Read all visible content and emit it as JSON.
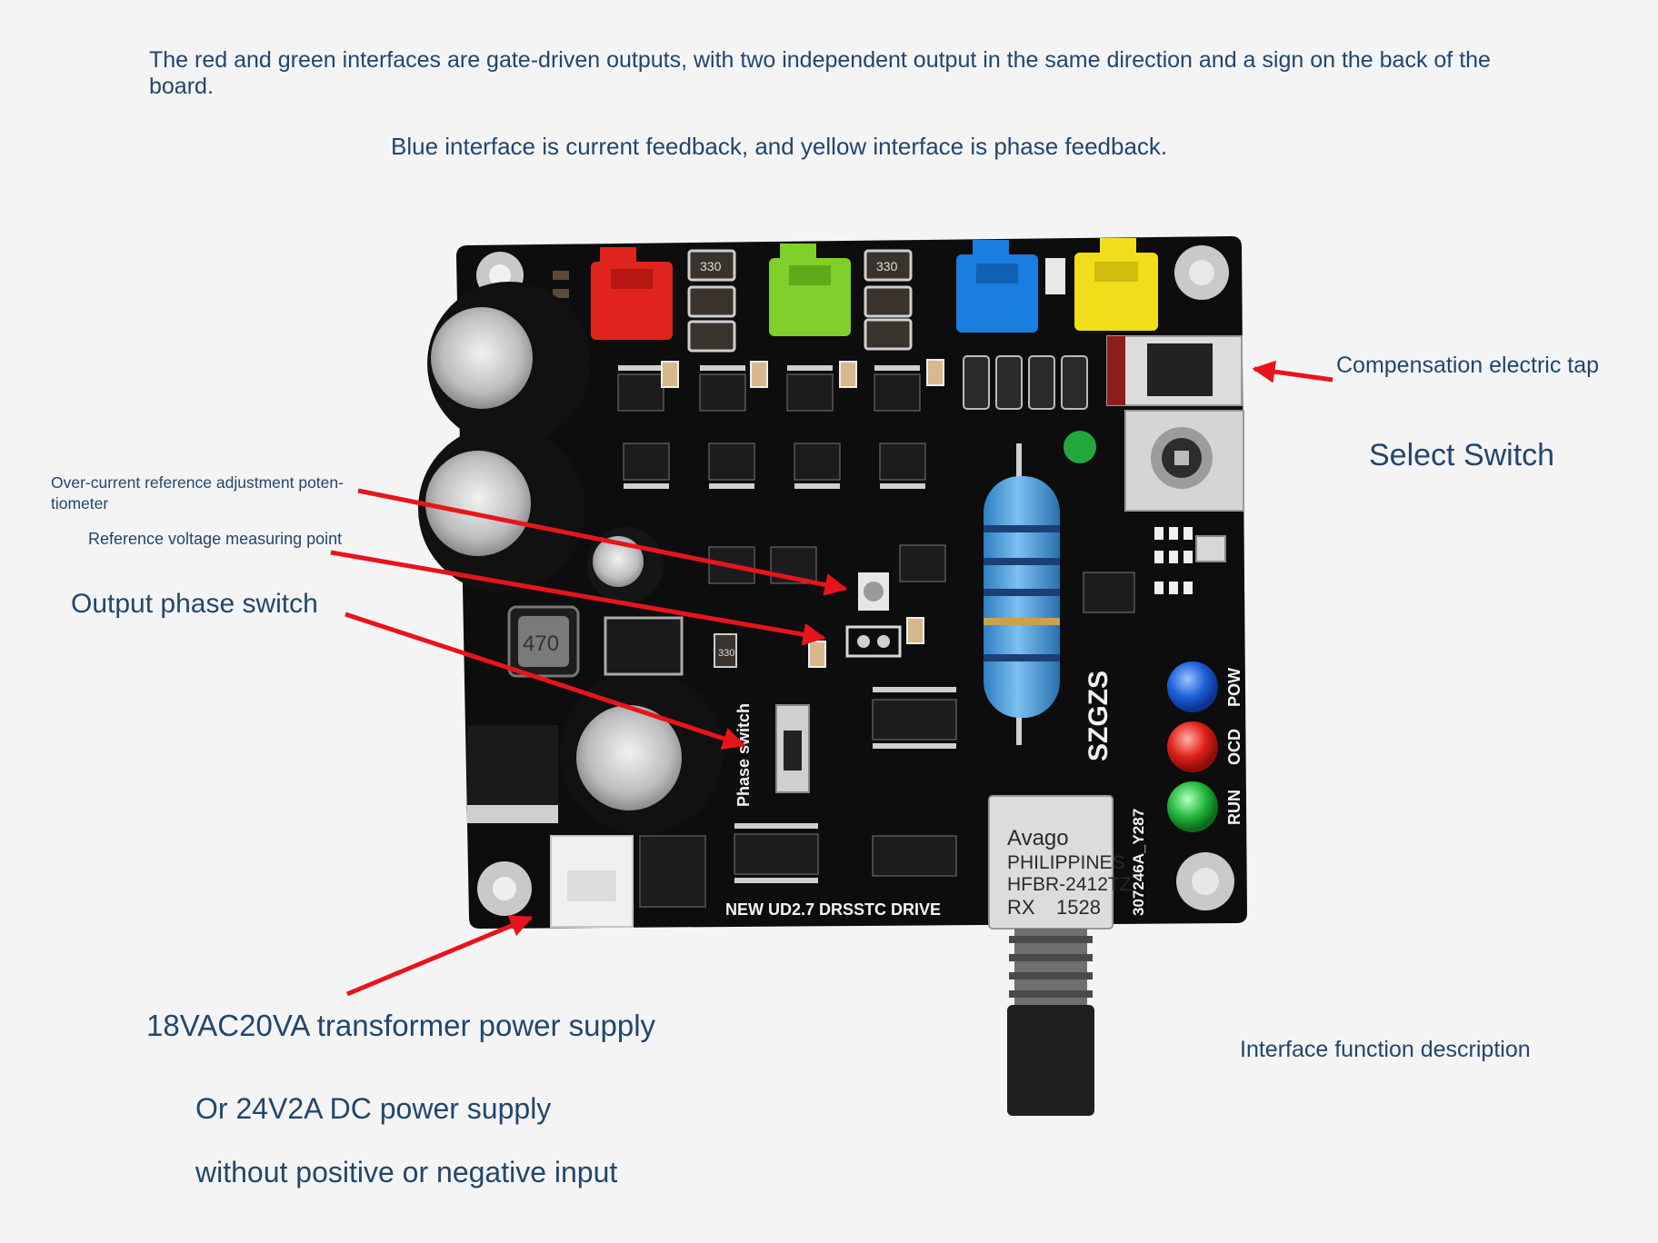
{
  "annotations": {
    "intro": "The red and green interfaces are gate-driven outputs, with two independent output in the same direction and a sign on the back of the board.",
    "blue_yellow": "Blue interface is current feedback, and yellow interface is phase feedback.",
    "compensation": "Compensation electric tap",
    "select_switch": "Select Switch",
    "over_current": "Over-current reference adjustment poten-tiometer",
    "reference_voltage": "Reference voltage measuring point",
    "output_phase": "Output phase switch",
    "power_supply": "18VAC20VA transformer power supply",
    "dc_supply": "Or 24V2A DC power supply",
    "no_polarity": "without positive or negative input",
    "interface_desc": "Interface function description"
  },
  "board": {
    "silkscreen_title": "NEW UD2.7 DRSSTC DRIVE",
    "brand": "SZGZS",
    "serial": "307246A_Y287",
    "phase_switch_label": "Phase switch",
    "led_pow": "POW",
    "led_ocd": "OCD",
    "led_run": "RUN",
    "inductor_code": "470",
    "resistor_code_1": "330",
    "resistor_code_2": "330",
    "resistor_code_3": "330",
    "optical_brand": "Avago",
    "optical_line1": "PHILIPPINES",
    "optical_line2": "HFBR-2412TZ",
    "optical_line3a": "RX",
    "optical_line3b": "1528"
  },
  "colors": {
    "text": "#23466b",
    "arrow": "#e8141c",
    "pcb": "#0d0d0e",
    "connector_red": "#e0231d",
    "connector_green": "#7fd02a",
    "connector_blue": "#1a7de0",
    "connector_yellow": "#f2dd1a",
    "led_blue": "#1d5fd8",
    "led_red": "#e0201a",
    "led_green": "#22b83a"
  }
}
